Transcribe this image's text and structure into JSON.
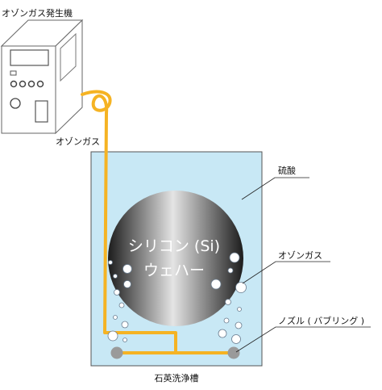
{
  "labels": {
    "generator": "オゾンガス発生機",
    "gas_line": "オゾンガス",
    "acid": "硫酸",
    "wafer_line1": "シリコン (Si)",
    "wafer_line2": "ウェハー",
    "bubbles": "オゾンガス",
    "nozzle": "ノズル ( バブリング )",
    "tank": "石英洗浄槽"
  },
  "colors": {
    "tube": "#f5b323",
    "liquid": "#c8e8f5",
    "tank_stroke": "#555555",
    "nozzle": "#9a9a9a",
    "wafer_dark": "#1c1c1c",
    "wafer_light": "#e2e2e2"
  }
}
